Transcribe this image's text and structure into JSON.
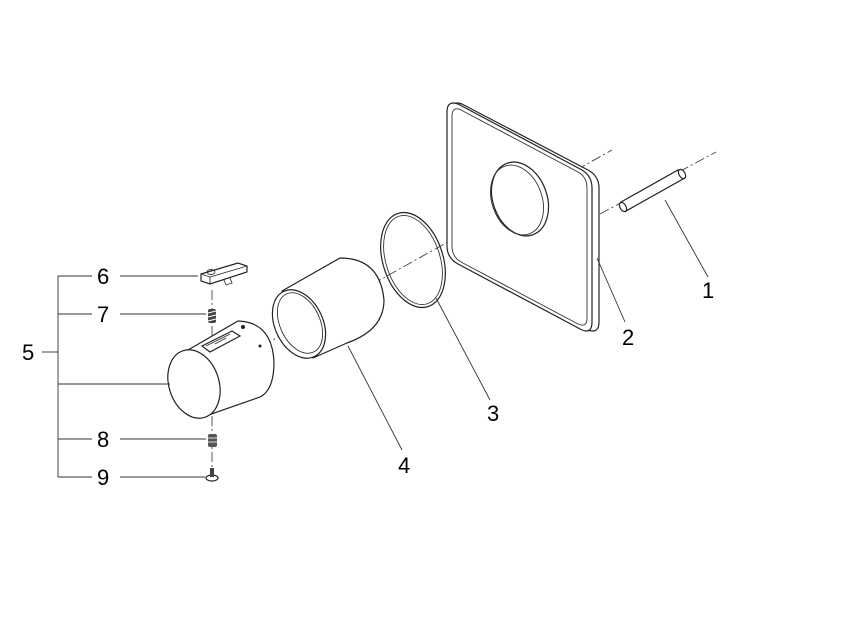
{
  "diagram": {
    "title": "Exploded parts view",
    "callouts": [
      {
        "number": "1",
        "part": "pin"
      },
      {
        "number": "2",
        "part": "cover-plate"
      },
      {
        "number": "3",
        "part": "o-ring"
      },
      {
        "number": "4",
        "part": "sleeve"
      },
      {
        "number": "5",
        "part": "handle-assembly"
      },
      {
        "number": "6",
        "part": "lever-block"
      },
      {
        "number": "7",
        "part": "spring"
      },
      {
        "number": "8",
        "part": "threaded-insert"
      },
      {
        "number": "9",
        "part": "screw"
      }
    ]
  }
}
